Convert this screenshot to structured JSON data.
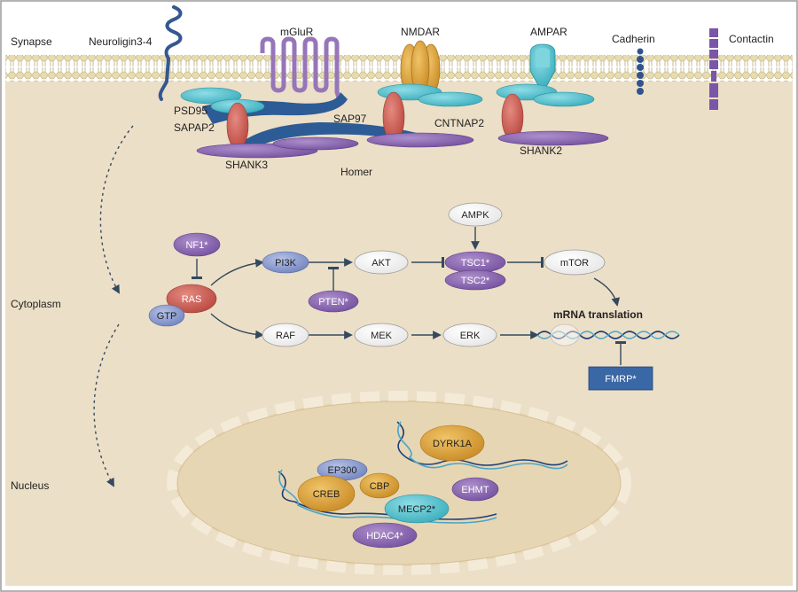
{
  "regions": {
    "synapse": "Synapse",
    "cytoplasm": "Cytoplasm",
    "nucleus": "Nucleus"
  },
  "membrane_proteins": {
    "neuroligin": "Neuroligin3-4",
    "mglur": "mGluR",
    "nmdar": "NMDAR",
    "ampar": "AMPAR",
    "cadherin": "Cadherin",
    "contactin": "Contactin"
  },
  "scaffold": {
    "psd95": "PSD95",
    "sapap2": "SAPAP2",
    "shank3": "SHANK3",
    "homer": "Homer",
    "sap97": "SAP97",
    "cntnap2": "CNTNAP2",
    "shank2": "SHANK2"
  },
  "signaling": {
    "nf1": "NF1*",
    "ras": "RAS",
    "gtp": "GTP",
    "pi3k": "PI3K",
    "pten": "PTEN*",
    "akt": "AKT",
    "ampk": "AMPK",
    "tsc1": "TSC1*",
    "tsc2": "TSC2*",
    "mtor": "mTOR",
    "raf": "RAF",
    "mek": "MEK",
    "erk": "ERK",
    "mrna_translation": "mRNA translation",
    "fmrp": "FMRP*"
  },
  "nuclear": {
    "dyrk1a": "DYRK1A",
    "ep300": "EP300",
    "creb": "CREB",
    "cbp": "CBP",
    "ehmt": "EHMT",
    "mecp2": "MECP2*",
    "hdac4": "HDAC4*"
  },
  "colors": {
    "cytoplasm_bg": "#ecdfc7",
    "membrane_head": "#e4d7a8",
    "nucleus_fill": "#e7d6b3",
    "orange": "#d9a13a",
    "purple": "#8e6ab0",
    "periwinkle": "#8fa0d0",
    "red": "#cc5e57",
    "teal": "#5cc2cf",
    "navy": "#2d5b96",
    "fmrp_blue": "#3a67a6"
  }
}
